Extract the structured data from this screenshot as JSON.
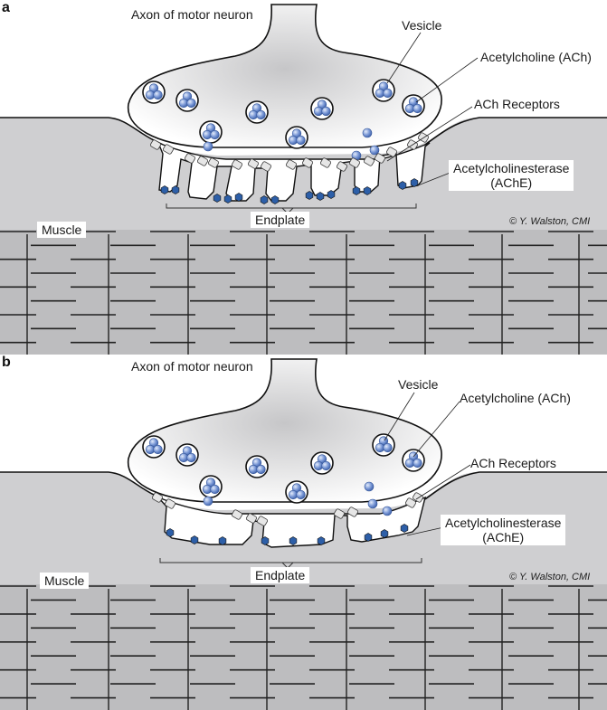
{
  "figure": {
    "colors": {
      "muscle_fill": "#cfcfd1",
      "muscle_band": "#bdbdbf",
      "terminal_fill_center": "#c9c9cb",
      "terminal_fill_edge": "#ffffff",
      "outline": "#111111",
      "ach_blue": "#5b7fc4",
      "ache_blue": "#2d5fa8",
      "receptor_fill": "#e6e6e6"
    },
    "panels": [
      {
        "id": "a",
        "letter": "a",
        "labels": {
          "axon": "Axon of motor neuron",
          "vesicle": "Vesicle",
          "ach": "Acetylcholine (ACh)",
          "receptors": "ACh Receptors",
          "ache_line1": "Acetylcholinesterase",
          "ache_line2": "(AChE)",
          "endplate": "Endplate",
          "muscle": "Muscle",
          "credit": "© Y. Walston, CMI"
        },
        "junctional_folds": 7,
        "description": "Normal endplate with deep junctional folds"
      },
      {
        "id": "b",
        "letter": "b",
        "labels": {
          "axon": "Axon of motor neuron",
          "vesicle": "Vesicle",
          "ach": "Acetylcholine (ACh)",
          "receptors": "ACh Receptors",
          "ache_line1": "Acetylcholinesterase",
          "ache_line2": "(AChE)",
          "endplate": "Endplate",
          "muscle": "Muscle",
          "credit": "© Y. Walston, CMI"
        },
        "junctional_folds": 3,
        "description": "Simplified endplate with fewer, shallower folds and fewer receptors"
      }
    ]
  }
}
